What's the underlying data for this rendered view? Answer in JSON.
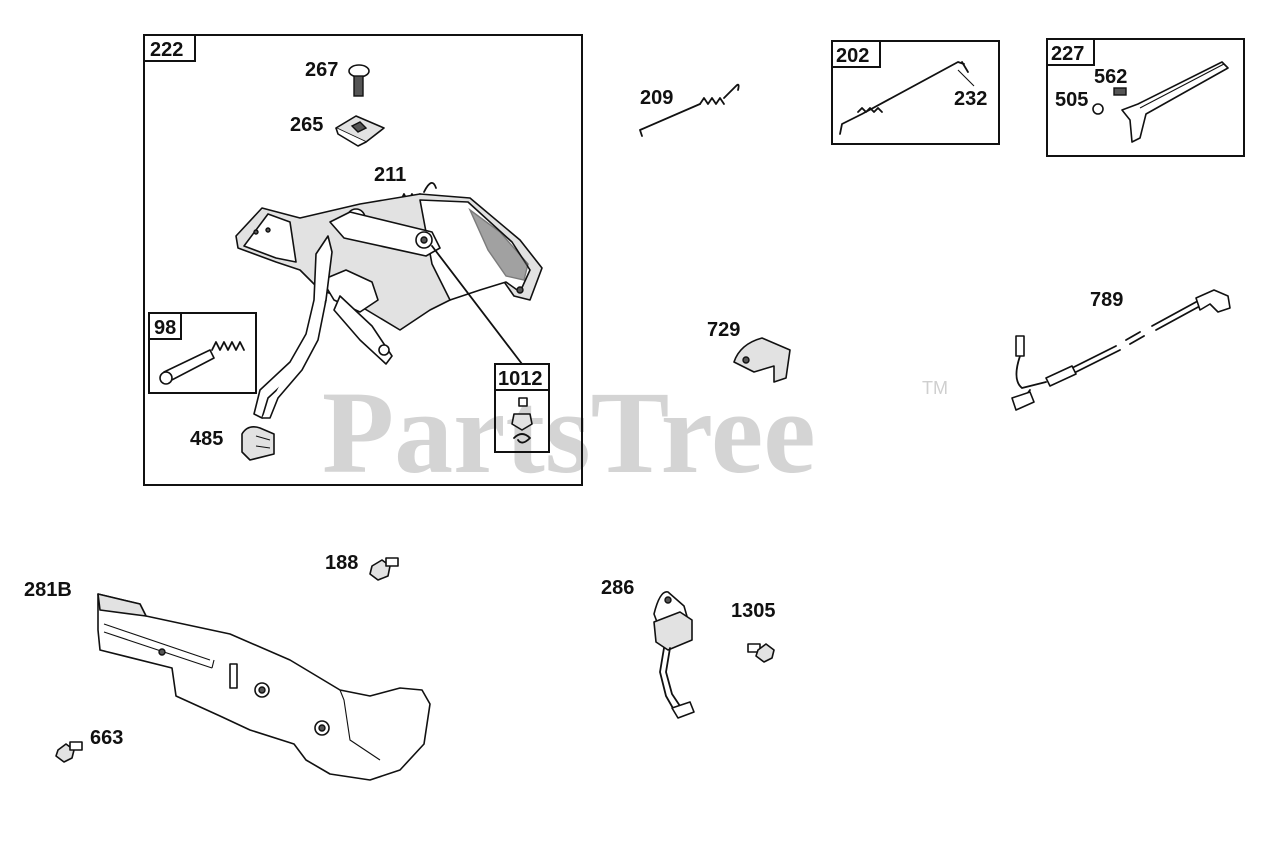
{
  "watermark": {
    "text": "PartsTree",
    "trademark": "TM"
  },
  "boxes": {
    "b222": "222",
    "b98": "98",
    "b1012": "1012",
    "b202": "202",
    "b227": "227"
  },
  "labels": {
    "l267": "267",
    "l265": "265",
    "l211": "211",
    "l485": "485",
    "l209": "209",
    "l232": "232",
    "l562": "562",
    "l505": "505",
    "l789": "789",
    "l729": "729",
    "l188": "188",
    "l281B": "281B",
    "l663": "663",
    "l286": "286",
    "l1305": "1305"
  }
}
